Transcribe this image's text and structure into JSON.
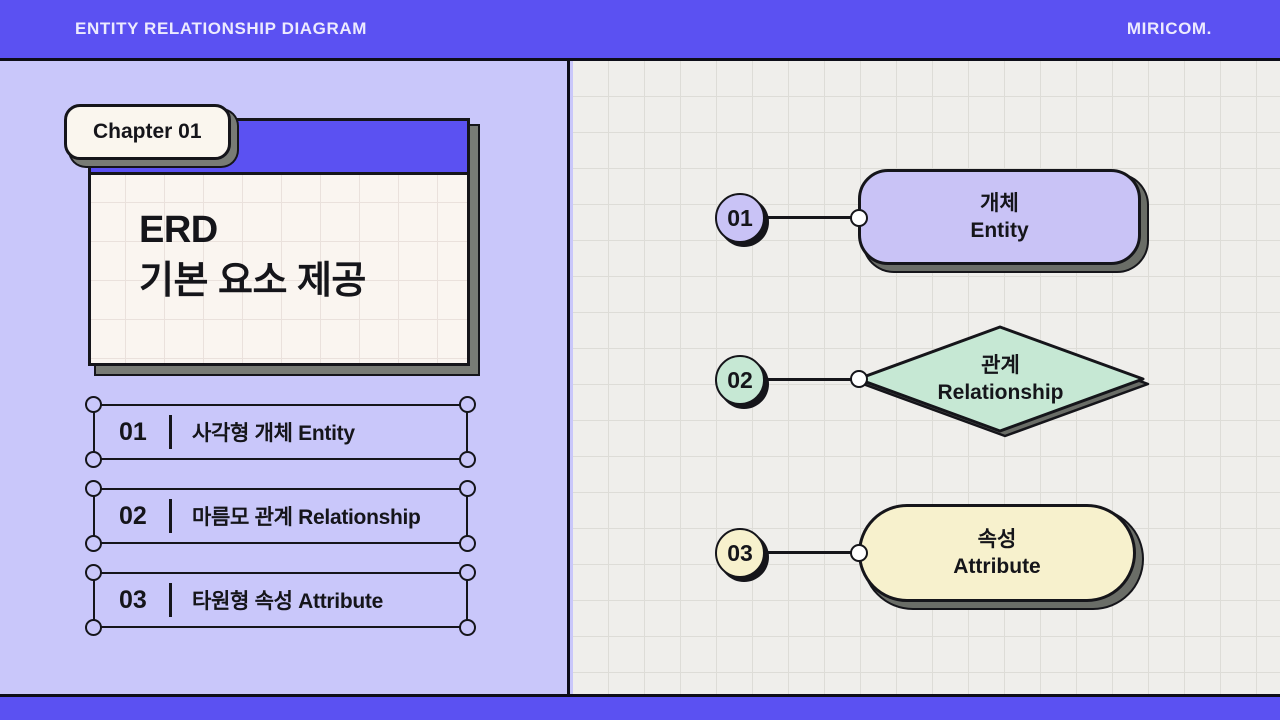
{
  "header": {
    "title": "ENTITY RELATIONSHIP DIAGRAM",
    "brand": "MIRICOM."
  },
  "left": {
    "chapter_label": "Chapter 01",
    "title_line1": "ERD",
    "title_line2": "기본 요소 제공",
    "agenda": [
      {
        "number": "01",
        "label": "사각형 개체 Entity"
      },
      {
        "number": "02",
        "label": "마름모 관계 Relationship"
      },
      {
        "number": "03",
        "label": "타원형 속성 Attribute"
      }
    ]
  },
  "diagram": {
    "nodes": [
      {
        "number": "01",
        "shape": "rounded-rectangle",
        "label_ko": "개체",
        "label_en": "Entity",
        "fill": "#c9c3f6"
      },
      {
        "number": "02",
        "shape": "diamond",
        "label_ko": "관계",
        "label_en": "Relationship",
        "fill": "#c6e8d4"
      },
      {
        "number": "03",
        "shape": "stadium",
        "label_ko": "속성",
        "label_en": "Attribute",
        "fill": "#f7f1cd"
      }
    ]
  },
  "colors": {
    "accent_purple": "#5b51f2",
    "panel_lavender": "#c9c7fa",
    "canvas_gray": "#efeeeb",
    "card_cream": "#faf5f0",
    "entity_fill": "#c9c3f6",
    "relationship_fill": "#c6e8d4",
    "attribute_fill": "#f7f1cd",
    "ink": "#15151a",
    "shadow_gray": "#6a6d67"
  }
}
